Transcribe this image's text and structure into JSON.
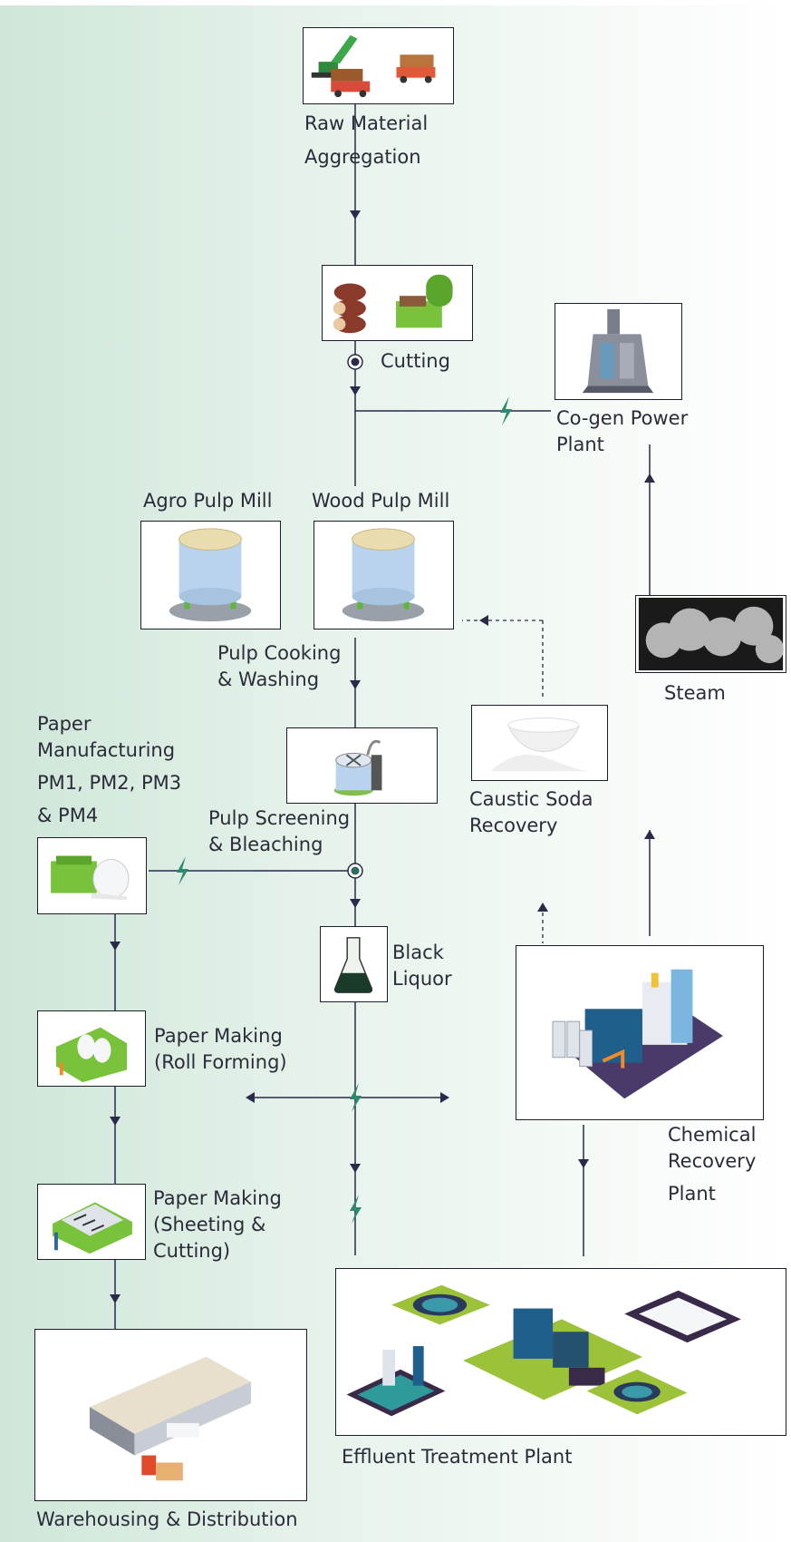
{
  "nodes": {
    "raw_material": [
      "Raw Material",
      "Aggregation"
    ],
    "cutting": "Cutting",
    "cogen": [
      "Co-gen Power",
      "Plant"
    ],
    "agro_pulp": "Agro Pulp Mill",
    "wood_pulp": "Wood Pulp Mill",
    "pulp_cooking": [
      "Pulp Cooking",
      "& Washing"
    ],
    "steam": "Steam",
    "paper_manufacturing": [
      "Paper",
      "Manufacturing",
      "PM1, PM2, PM3",
      "& PM4"
    ],
    "caustic_soda": [
      "Caustic Soda",
      "Recovery"
    ],
    "pulp_screening": [
      "Pulp Screening",
      "& Bleaching"
    ],
    "black_liquor": [
      "Black",
      "Liquor"
    ],
    "paper_roll": [
      "Paper Making",
      "(Roll Forming)"
    ],
    "chemical_recovery": [
      "Chemical",
      "Recovery",
      "Plant"
    ],
    "paper_sheeting": [
      "Paper Making",
      "(Sheeting &",
      "Cutting)"
    ],
    "effluent": "Effluent Treatment Plant",
    "warehousing": "Warehousing & Distribution"
  },
  "colors": {
    "line": "#2a2a4a",
    "lightning": "#2e8a6e",
    "machine_green": "#78c23c",
    "tank_blue": "#b9d3ee",
    "building_blue": "#1f5f8c"
  }
}
